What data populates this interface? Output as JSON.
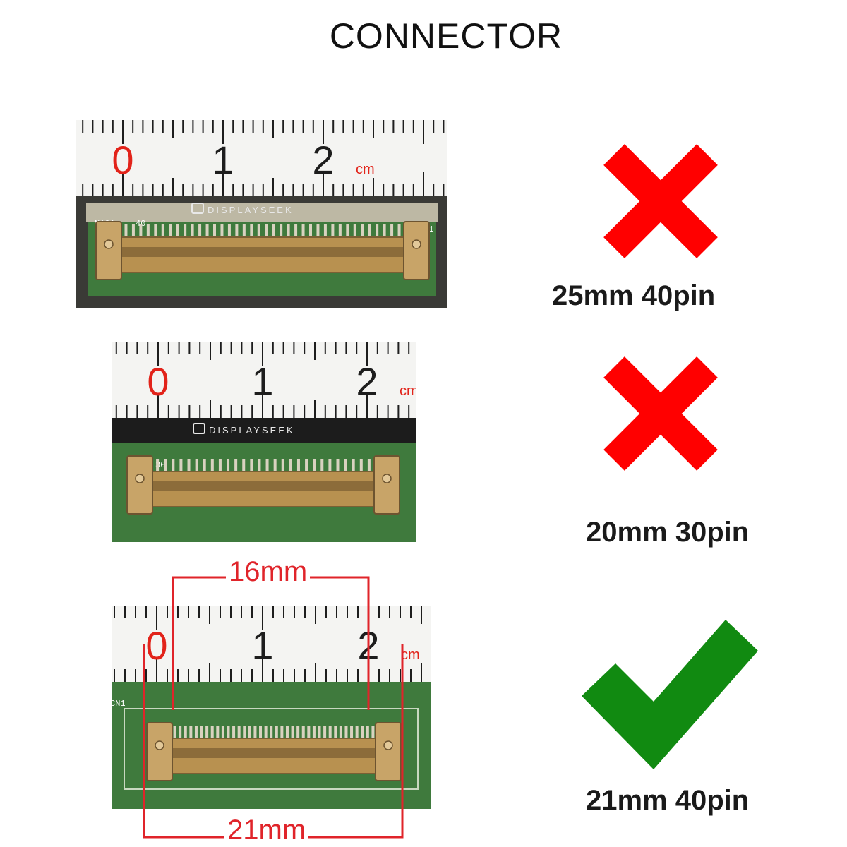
{
  "title": "CONNECTOR",
  "colors": {
    "cross": "#ff0000",
    "check": "#118a11",
    "dimension": "#e0242a",
    "pcb": "#3f7a3d",
    "connector": "#b89150"
  },
  "ruler": {
    "ticks": [
      "0",
      "1",
      "2"
    ],
    "unit": "cm"
  },
  "brand": "DISPLAYSEEK",
  "rows": [
    {
      "label": "25mm 40pin",
      "status_icon": "cross-icon",
      "compatible": false,
      "pcb_markings": [
        "N101",
        "40",
        "F1"
      ]
    },
    {
      "label": "20mm 30pin",
      "status_icon": "cross-icon",
      "compatible": false,
      "pcb_markings": [
        "30"
      ]
    },
    {
      "label": "21mm 40pin",
      "status_icon": "checkmark-icon",
      "compatible": true,
      "pcb_markings": [
        "CN1"
      ],
      "dimensions": {
        "inner": "16mm",
        "outer": "21mm"
      }
    }
  ]
}
